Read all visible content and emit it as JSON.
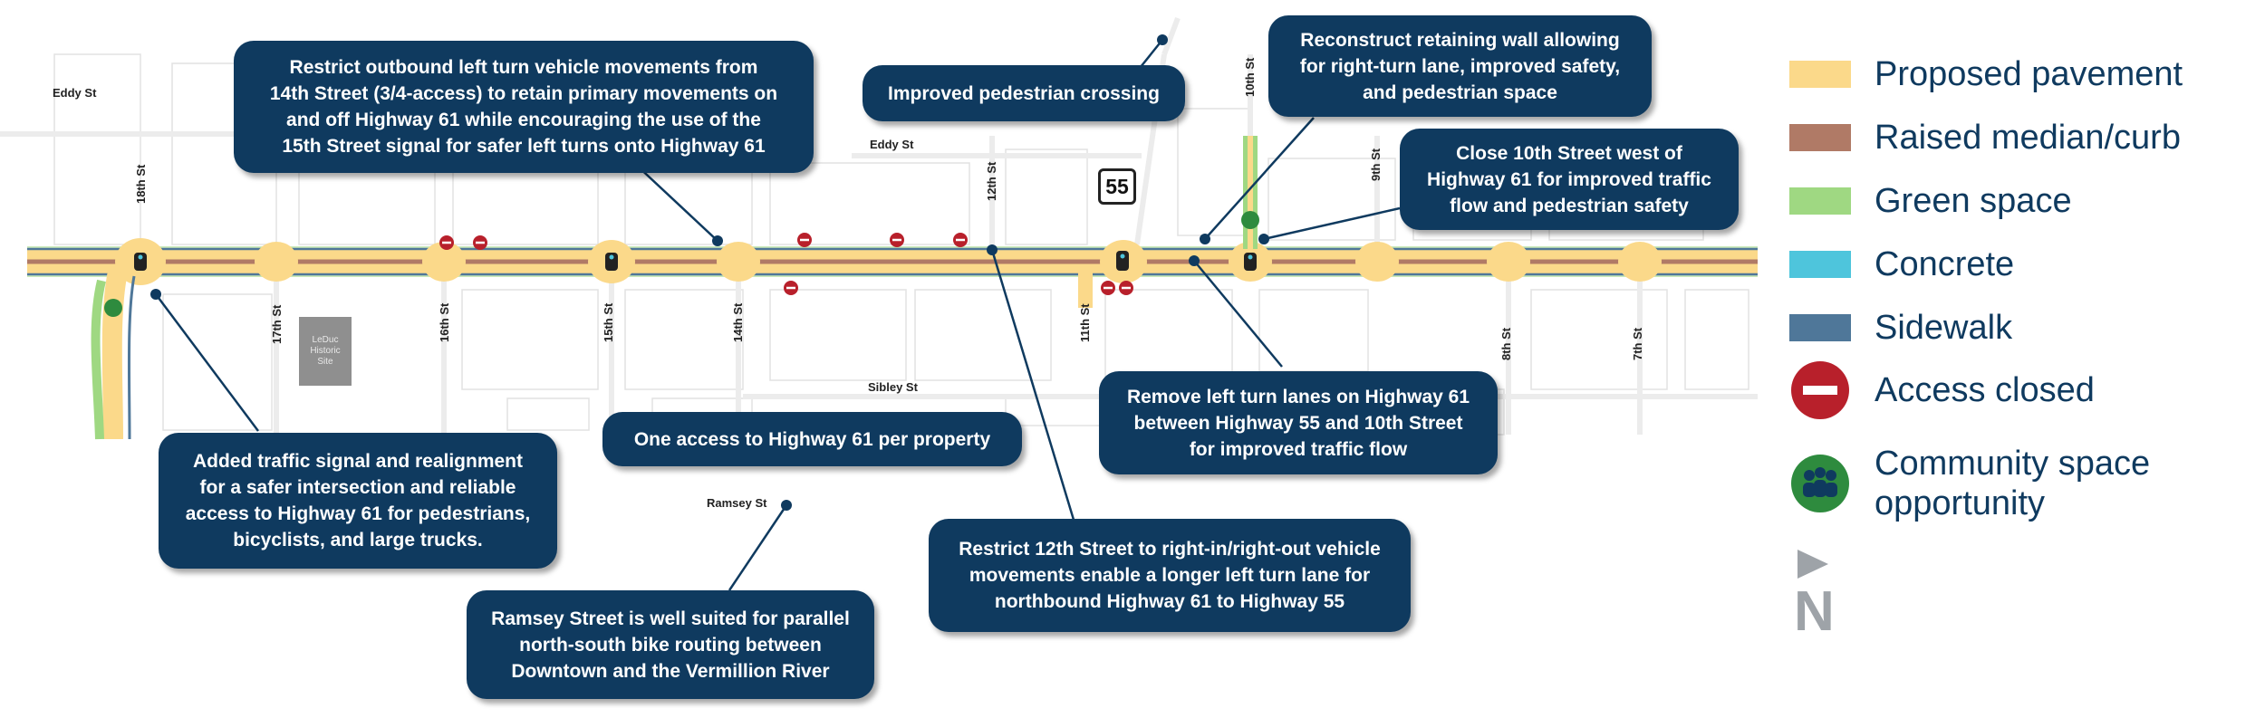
{
  "streets": {
    "eddy_west": "Eddy St",
    "eddy_center": "Eddy St",
    "sibley": "Sibley St",
    "ramsey": "Ramsey St",
    "st18": "18th St",
    "st17": "17th St",
    "st16": "16th St",
    "st15": "15th St",
    "st14": "14th St",
    "st12": "12th St",
    "st11": "11th St",
    "st10": "10th St",
    "st9": "9th St",
    "st8": "8th St",
    "st7": "7th St"
  },
  "highway_shield": "55",
  "historic_site": "LeDuc\nHistoric\nSite",
  "callouts": {
    "restrict_14th": "Restrict outbound left turn vehicle movements from\n14th Street (3/4-access) to retain primary movements on\nand off Highway 61 while encouraging the use of the\n15th Street signal for safer left turns onto Highway 61",
    "ped_crossing": "Improved pedestrian crossing",
    "retaining_wall": "Reconstruct retaining wall allowing\nfor right-turn lane, improved safety,\nand pedestrian space",
    "close_10th": "Close 10th Street west of\nHighway 61 for improved traffic\nflow and pedestrian safety",
    "traffic_signal": "Added traffic signal and realignment\nfor a safer intersection and reliable\naccess to Highway 61 for pedestrians,\nbicyclists, and large trucks.",
    "one_access": "One access to Highway 61 per property",
    "remove_left": "Remove left turn lanes on Highway 61\nbetween Highway 55 and 10th Street\nfor improved traffic flow",
    "restrict_12th": "Restrict 12th Street to right-in/right-out vehicle\nmovements enable a longer left turn lane for\nnorthbound Highway 61 to Highway 55",
    "ramsey": "Ramsey Street is well suited for parallel\nnorth-south bike routing between\nDowntown and the Vermillion River"
  },
  "legend": {
    "items": [
      {
        "label": "Proposed pavement",
        "color": "#fbd98a"
      },
      {
        "label": "Raised median/curb",
        "color": "#b07a66"
      },
      {
        "label": "Green space",
        "color": "#9fd882"
      },
      {
        "label": "Concrete",
        "color": "#4ec5dc"
      },
      {
        "label": "Sidewalk",
        "color": "#4f7799"
      },
      {
        "label": "Access closed",
        "color": "#b8202b"
      },
      {
        "label": "Community space\nopportunity",
        "color": "#2e8b3e"
      }
    ],
    "north_label": "N"
  },
  "colors": {
    "callout": "#0f3a5f",
    "pavement": "#fbd98a",
    "median": "#b07a66",
    "green": "#9fd882",
    "sidewalk": "#4f7799",
    "closed": "#b8202b",
    "community": "#2e8b3e"
  }
}
